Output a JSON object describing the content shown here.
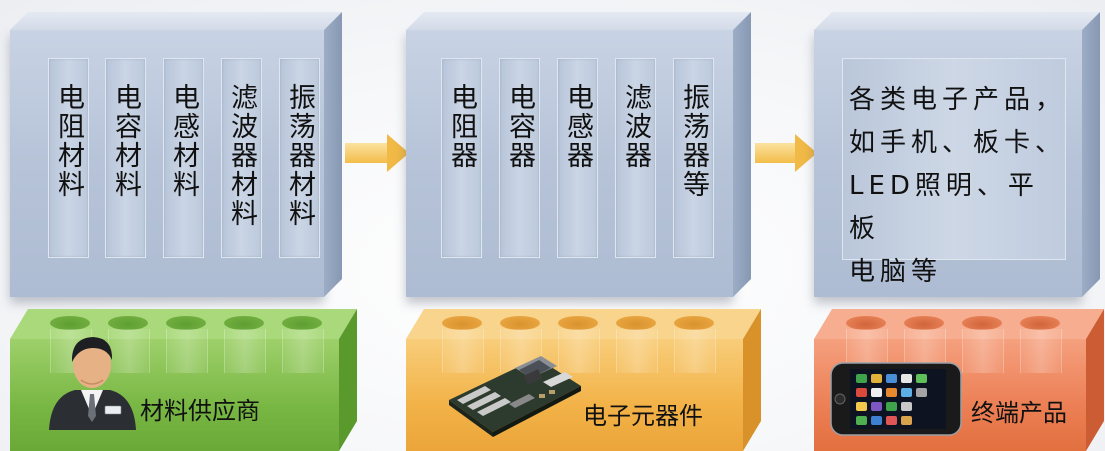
{
  "supply_chain": {
    "raw_materials": {
      "items": [
        "电阻材料",
        "电容材料",
        "电感材料",
        "滤波器材料",
        "振荡器材料"
      ],
      "label": "材料供应商",
      "color": "#79b744"
    },
    "components": {
      "items": [
        "电阻器",
        "电容器",
        "电感器",
        "滤波器",
        "振荡器等"
      ],
      "label": "电子元器件",
      "color": "#f2b247"
    },
    "end_products": {
      "lines": [
        "各类电子产品，",
        "如手机、板卡、",
        "LED照明、平板",
        "电脑等"
      ],
      "label": "终端产品",
      "color": "#ec7f55"
    }
  },
  "icons": {
    "supplier": "businessman-icon",
    "components": "circuit-board-icon",
    "products": "smartphone-icon"
  }
}
